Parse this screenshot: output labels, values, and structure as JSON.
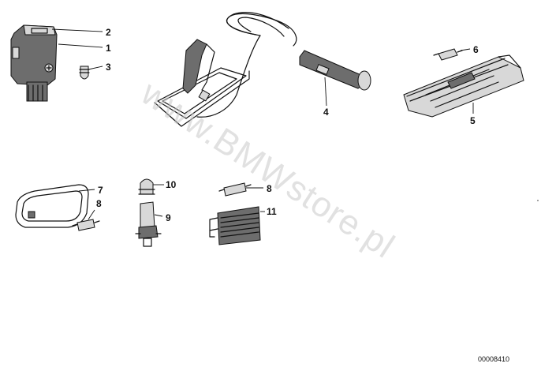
{
  "callouts": {
    "c1": "1",
    "c2": "2",
    "c3": "3",
    "c4": "4",
    "c5": "5",
    "c6": "6",
    "c7": "7",
    "c8a": "8",
    "c8b": "8",
    "c9": "9",
    "c10": "10",
    "c11": "11"
  },
  "watermark": "www.BMWstore.pl",
  "diagram_code": "00008410"
}
